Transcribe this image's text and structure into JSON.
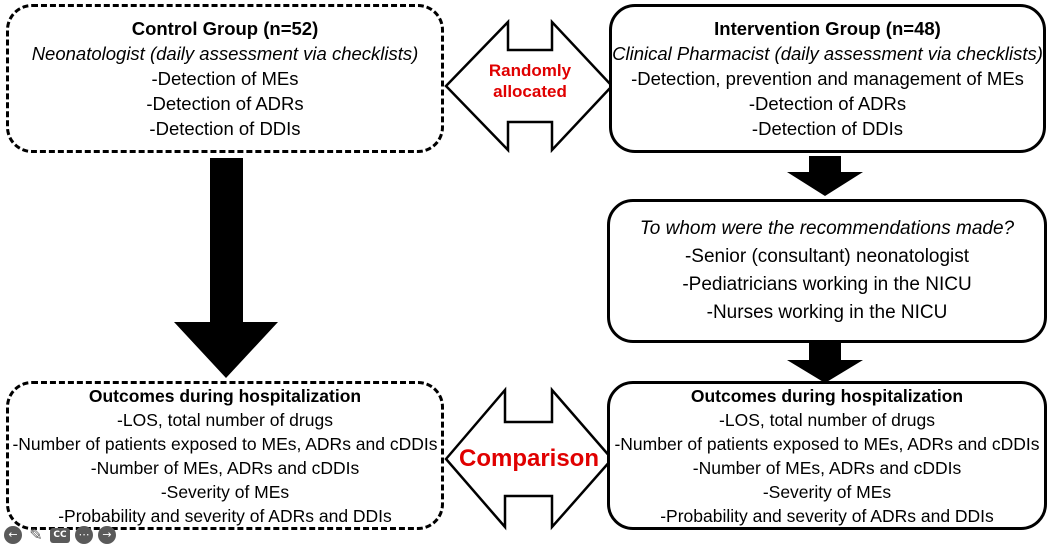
{
  "control_group": {
    "title": "Control Group (n=52)",
    "subtitle": "Neonatologist (daily assessment via checklists)",
    "items": [
      "-Detection of MEs",
      "-Detection of ADRs",
      "-Detection of DDIs"
    ]
  },
  "intervention_group": {
    "title": "Intervention Group (n=48)",
    "subtitle": "Clinical Pharmacist (daily assessment via checklists)",
    "items": [
      "-Detection, prevention and management of MEs",
      "-Detection of ADRs",
      "-Detection of DDIs"
    ]
  },
  "allocation": {
    "label_line1": "Randomly",
    "label_line2": "allocated"
  },
  "recommendations": {
    "question": "To whom were the recommendations made?",
    "items": [
      "-Senior (consultant) neonatologist",
      "-Pediatricians working in the NICU",
      "-Nurses working in the NICU"
    ]
  },
  "control_outcomes": {
    "title": "Outcomes during hospitalization",
    "items": [
      "-LOS, total number of drugs",
      "-Number of patients exposed to MEs, ADRs and cDDIs",
      "-Number of MEs, ADRs and cDDIs",
      "-Severity of MEs",
      "-Probability and severity of ADRs and DDIs"
    ]
  },
  "intervention_outcomes": {
    "title": "Outcomes during hospitalization",
    "items": [
      "-LOS, total number of drugs",
      "-Number of patients exposed to MEs, ADRs and cDDIs",
      "-Number of MEs, ADRs and cDDIs",
      "-Severity of MEs",
      "-Probability and severity of ADRs and DDIs"
    ]
  },
  "comparison": {
    "label": "Comparison"
  },
  "colors": {
    "accent_red": "#e00000",
    "border": "#000000"
  },
  "player_controls": {
    "icons": [
      "back-icon",
      "pen-icon",
      "cc-icon",
      "more-icon",
      "forward-icon"
    ],
    "cc_label": "CC"
  }
}
